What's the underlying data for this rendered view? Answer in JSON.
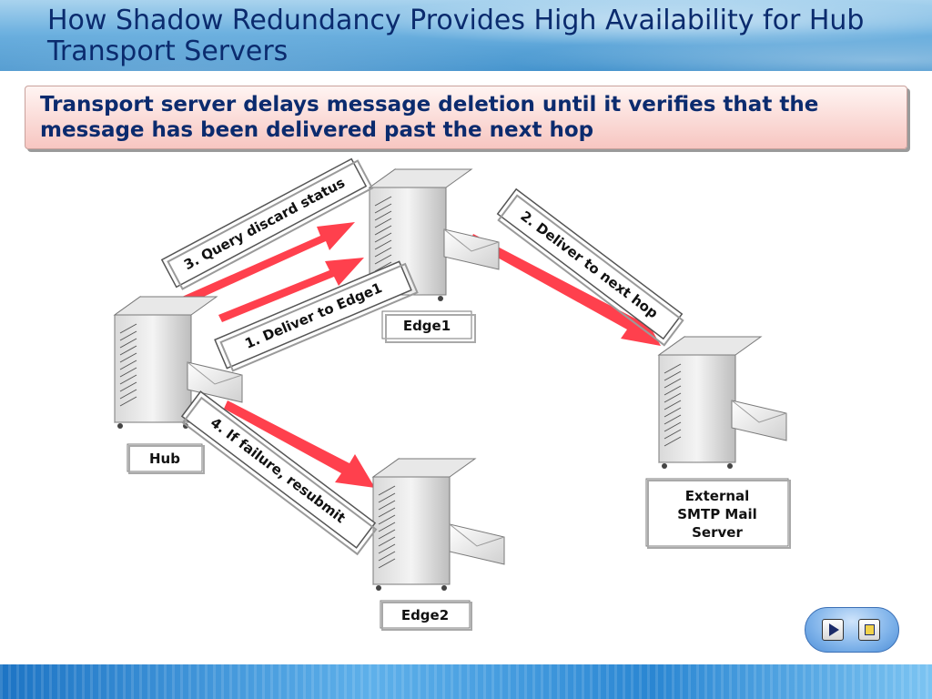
{
  "slide": {
    "title": "How Shadow Redundancy Provides High Availability for Hub Transport Servers",
    "subtitle": "Transport server delays message deletion until it verifies that the message has been delivered past the next hop"
  },
  "nodes": {
    "hub": "Hub",
    "edge1": "Edge1",
    "edge2": "Edge2",
    "external_line1": "External",
    "external_line2": "SMTP Mail",
    "external_line3": "Server"
  },
  "steps": {
    "step1": "1. Deliver to Edge1",
    "step2": "2. Deliver to next hop",
    "step3": "3. Query discard status",
    "step4": "4. If failure, resubmit"
  },
  "icons": {
    "server": "server-tower-icon",
    "envelope": "envelope-icon",
    "play": "play-icon",
    "stop": "stop-icon"
  },
  "colors": {
    "title": "#0b2b6e",
    "arrow": "#ff2b3a",
    "subtitle_bg": "#f7c6c1"
  }
}
